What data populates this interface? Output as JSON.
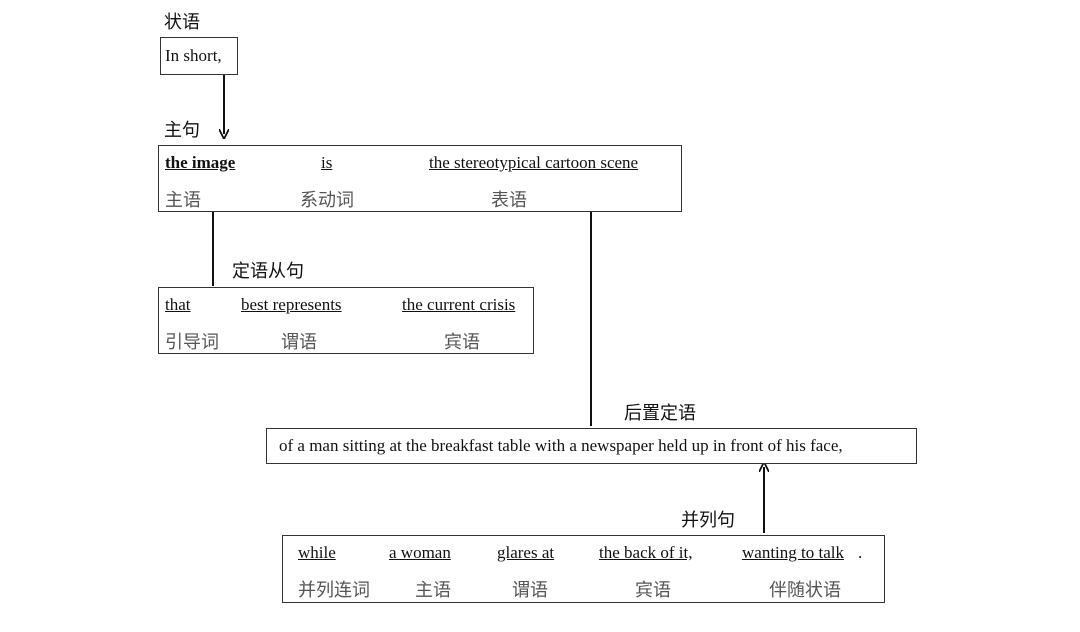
{
  "adverbial": {
    "label": "状语",
    "text": "In short,"
  },
  "main_clause": {
    "label": "主句",
    "subject": {
      "en": "the image",
      "cn": "主语"
    },
    "linking_verb": {
      "en": "is",
      "cn": "系动词"
    },
    "predicative": {
      "en": "the stereotypical cartoon scene",
      "cn": "表语"
    }
  },
  "relative_clause": {
    "label": "定语从句",
    "relative_pronoun": {
      "en": "that",
      "cn": "引导词"
    },
    "predicate": {
      "en": "best represents",
      "cn": "谓语"
    },
    "object": {
      "en": "the current crisis",
      "cn": "宾语"
    }
  },
  "postpositive_attributive": {
    "label": "后置定语",
    "text": "of a man sitting at the breakfast table with a newspaper held up in front of his face,"
  },
  "coordinate_clause": {
    "label": "并列句",
    "conjunction": {
      "en": "while",
      "cn": "并列连词"
    },
    "subject": {
      "en": "a woman",
      "cn": "主语"
    },
    "predicate": {
      "en": "glares at",
      "cn": "谓语"
    },
    "object": {
      "en": "the back of it,",
      "cn": "宾语"
    },
    "accompanying_adverbial": {
      "en": "wanting to talk",
      "suffix": ".",
      "cn": "伴随状语"
    }
  }
}
